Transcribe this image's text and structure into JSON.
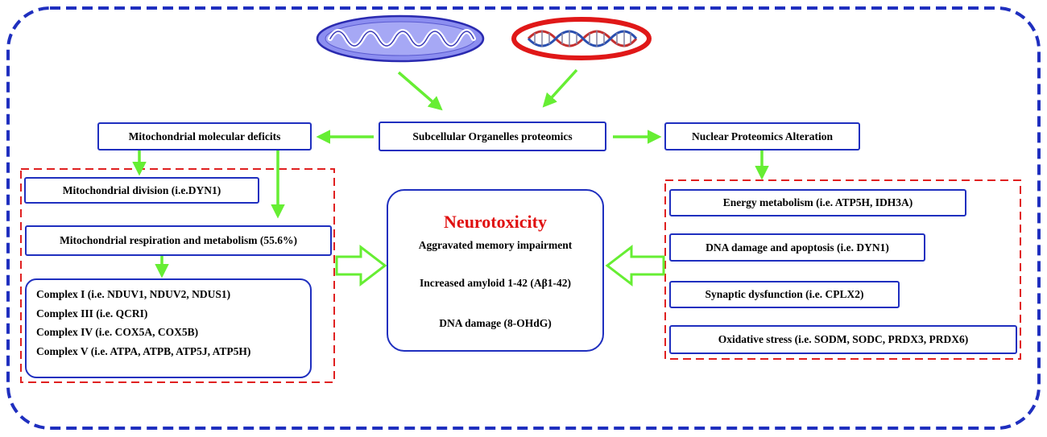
{
  "icons": {
    "mitochondrion": "mitochondrion-icon",
    "dna": "dna-icon"
  },
  "colors": {
    "outer_border": "#1f2fbf",
    "box_border": "#1f2fbf",
    "group_border": "#e02020",
    "arrow": "#66ee33",
    "title": "#e01010",
    "mitochondrion": "#8c8ef0",
    "dna_ring": "#e01818"
  },
  "top": {
    "center": "Subcellular Organelles proteomics",
    "left": "Mitochondrial molecular deficits",
    "right": "Nuclear Proteomics Alteration"
  },
  "left_group": {
    "division": "Mitochondrial division (i.e.DYN1)",
    "respiration": "Mitochondrial respiration and metabolism (55.6%)",
    "complexes": [
      "Complex  I  (i.e. NDUV1, NDUV2, NDUS1)",
      "Complex III  (i.e. QCRI)",
      "Complex IV  (i.e. COX5A, COX5B)",
      "Complex V  (i.e. ATPA, ATPB, ATP5J, ATP5H)"
    ]
  },
  "center": {
    "title": "Neurotoxicity",
    "lines": [
      "Aggravated memory impairment",
      "Increased amyloid 1-42 (Aβ1-42)",
      "DNA damage (8-OHdG)"
    ]
  },
  "right_group": {
    "items": [
      "Energy metabolism (i.e. ATP5H, IDH3A)",
      "DNA damage and apoptosis (i.e. DYN1)",
      "Synaptic dysfunction (i.e. CPLX2)",
      "Oxidative stress (i.e. SODM, SODC, PRDX3, PRDX6)"
    ]
  }
}
